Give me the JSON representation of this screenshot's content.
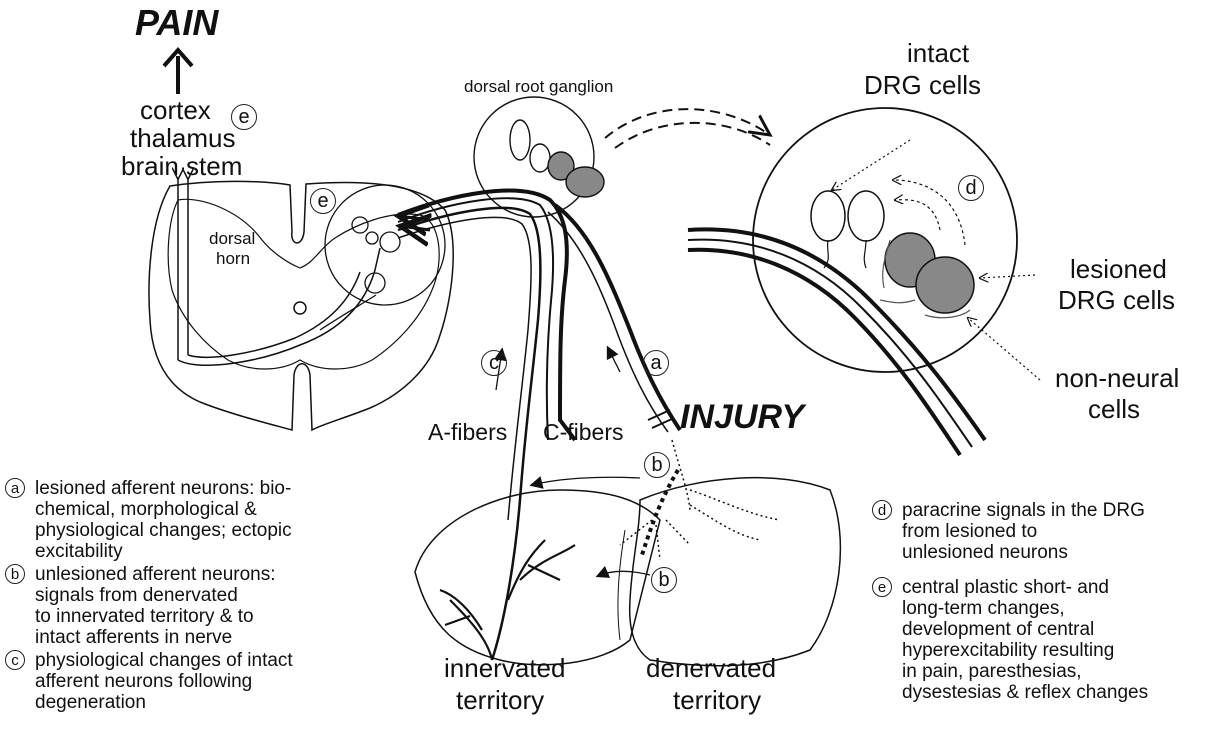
{
  "labels": {
    "pain": "PAIN",
    "cortex": "cortex",
    "thalamus": "thalamus",
    "brain_stem": "brain stem",
    "dorsal_root_ganglion": "dorsal root ganglion",
    "dorsal_horn_1": "dorsal",
    "dorsal_horn_2": "horn",
    "intact_1": "intact",
    "intact_2": "DRG cells",
    "lesioned_1": "lesioned",
    "lesioned_2": "DRG cells",
    "nonneural_1": "non-neural",
    "nonneural_2": "cells",
    "a_fibers": "A-fibers",
    "c_fibers": "C-fibers",
    "injury": "INJURY",
    "innervated_1": "innervated",
    "innervated_2": "territory",
    "denervated_1": "denervated",
    "denervated_2": "territory"
  },
  "markers": {
    "a": "a",
    "b": "b",
    "c": "c",
    "d": "d",
    "e": "e"
  },
  "notes_left": [
    {
      "letter": "a",
      "lines": [
        "lesioned afferent neurons: bio-",
        "chemical, morphological &",
        "physiological changes; ectopic",
        "excitability"
      ]
    },
    {
      "letter": "b",
      "lines": [
        "unlesioned afferent neurons:",
        "signals from denervated",
        "to innervated territory & to",
        "intact afferents in nerve"
      ]
    },
    {
      "letter": "c",
      "lines": [
        "physiological changes of intact",
        "afferent neurons following",
        "degeneration"
      ]
    }
  ],
  "notes_right": [
    {
      "letter": "d",
      "lines": [
        "paracrine signals in the DRG",
        "from lesioned to",
        "unlesioned neurons"
      ]
    },
    {
      "letter": "e",
      "lines": [
        "central plastic short- and",
        "long-term changes,",
        "development of central",
        "hyperexcitability resulting",
        "in pain, paresthesias,",
        "dysestesias & reflex changes"
      ]
    }
  ],
  "colors": {
    "lesioned_cell_fill": "#888888",
    "line": "#111111"
  }
}
